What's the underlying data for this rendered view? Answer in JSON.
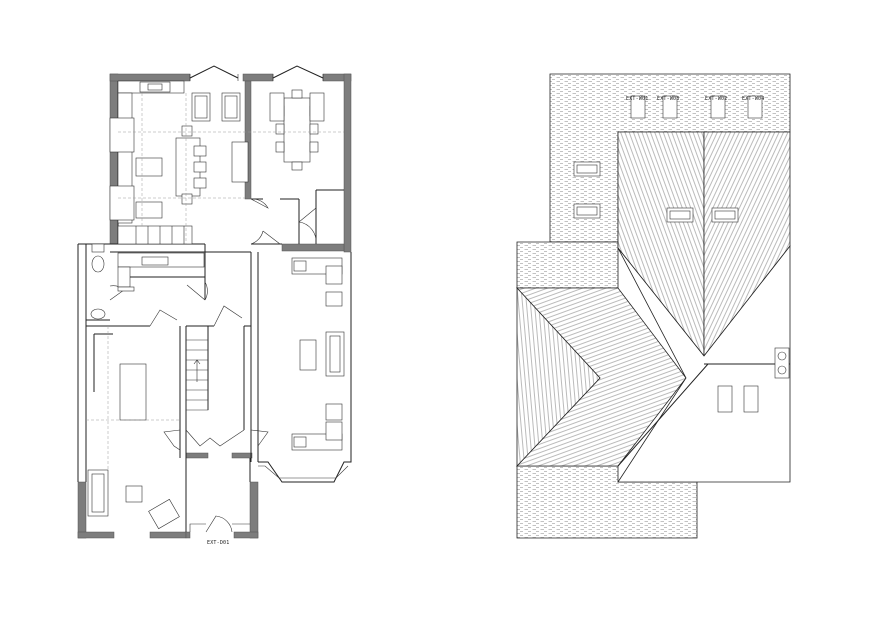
{
  "door_label": "EXT-D01",
  "roof_window_labels": [
    "EXT-W01",
    "EXT-W03",
    "EXT-W02",
    "EXT-W04"
  ],
  "colors": {
    "wall": "#7d7d7d",
    "line": "#222222",
    "background": "#ffffff"
  }
}
